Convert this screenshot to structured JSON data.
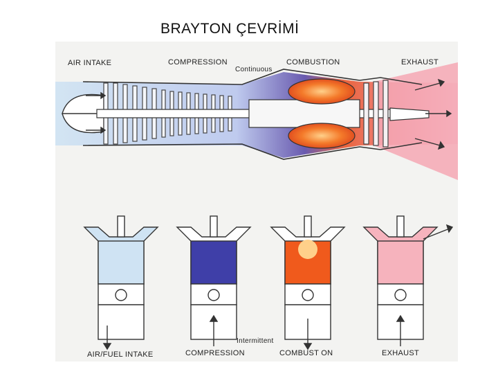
{
  "slide": {
    "title": "BRAYTON ÇEVRİMİ"
  },
  "turbine": {
    "labels": {
      "air_intake": "AIR INTAKE",
      "compression": "COMPRESSION",
      "combustion": "COMBUSTION",
      "exhaust": "EXHAUST",
      "continuous": "Continuous"
    }
  },
  "piston": {
    "labels": {
      "air_fuel_intake": "AIR/FUEL INTAKE",
      "compression": "COMPRESSION",
      "combustion": "COMBUST ON",
      "exhaust": "EXHAUST",
      "intermittent": "Intermittent"
    }
  },
  "colors": {
    "intake_air": "#cfe3f3",
    "compression_gas": "#3f3fa8",
    "combustion_flame": "#f05a1c",
    "exhaust_gas": "#f6b3bd",
    "metal": "#ffffff",
    "outline": "#333333"
  }
}
